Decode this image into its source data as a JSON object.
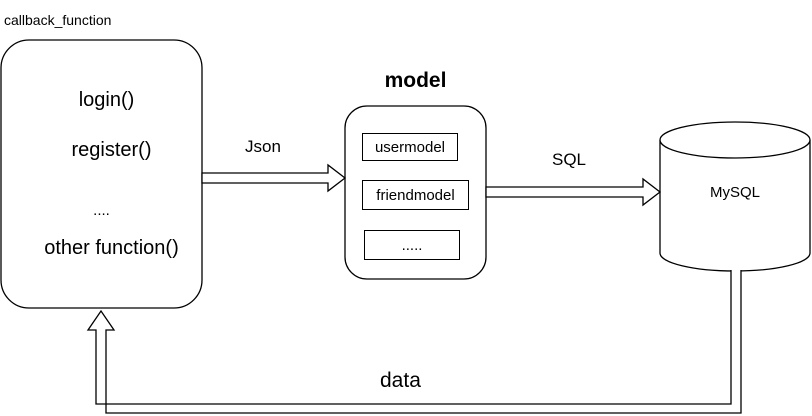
{
  "callback": {
    "title": "callback_function",
    "items": [
      "login()",
      "register()",
      "....",
      "other function()"
    ]
  },
  "model": {
    "title": "model",
    "items": [
      "usermodel",
      "friendmodel",
      "....."
    ]
  },
  "database": {
    "label": "MySQL"
  },
  "edges": {
    "json_label": "Json",
    "sql_label": "SQL",
    "data_label": "data"
  },
  "colors": {
    "stroke": "#000000",
    "fill": "#ffffff"
  }
}
